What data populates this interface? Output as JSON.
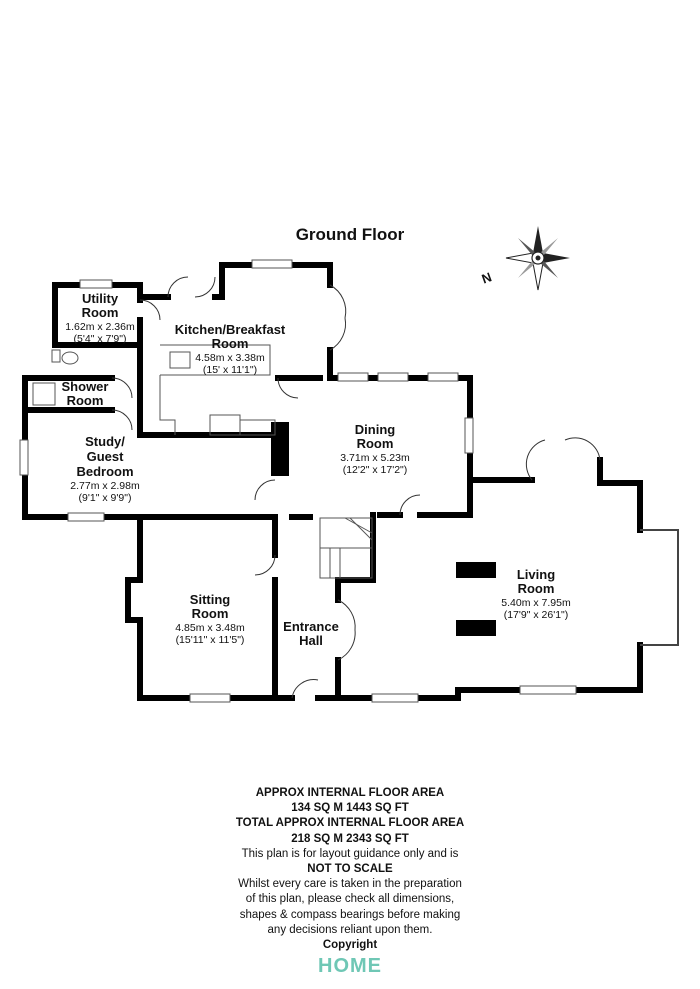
{
  "title": "Ground Floor",
  "compass": {
    "north_label": "N"
  },
  "rooms": {
    "utility": {
      "name_1": "Utility",
      "name_2": "Room",
      "metric": "1.62m x 2.36m",
      "imperial": "(5'4\" x 7'9\")"
    },
    "kitchen": {
      "name_1": "Kitchen/Breakfast",
      "name_2": "Room",
      "metric": "4.58m x 3.38m",
      "imperial": "(15' x 11'1\")"
    },
    "shower": {
      "name_1": "Shower",
      "name_2": "Room"
    },
    "study": {
      "name_1": "Study/",
      "name_2": "Guest",
      "name_3": "Bedroom",
      "metric": "2.77m x 2.98m",
      "imperial": "(9'1\" x 9'9\")"
    },
    "dining": {
      "name_1": "Dining",
      "name_2": "Room",
      "metric": "3.71m x 5.23m",
      "imperial": "(12'2\" x 17'2\")"
    },
    "living": {
      "name_1": "Living",
      "name_2": "Room",
      "metric": "5.40m x 7.95m",
      "imperial": "(17'9\" x 26'1\")"
    },
    "sitting": {
      "name_1": "Sitting",
      "name_2": "Room",
      "metric": "4.85m x 3.48m",
      "imperial": "(15'11\" x 11'5\")"
    },
    "entrance": {
      "name_1": "Entrance",
      "name_2": "Hall"
    }
  },
  "notes": {
    "line_1": "APPROX INTERNAL FLOOR AREA",
    "line_2": "134 SQ M 1443 SQ FT",
    "line_3": "TOTAL APPROX INTERNAL FLOOR AREA",
    "line_4": "218 SQ M 2343 SQ FT",
    "line_5": "This plan is for layout guidance only and is",
    "line_6": "NOT TO SCALE",
    "line_7": "Whilst every care is taken in the preparation",
    "line_8": "of this plan, please check all dimensions,",
    "line_9": "shapes & compass bearings before making",
    "line_10": "any decisions reliant upon them.",
    "line_11": "Copyright"
  },
  "logo": "HOME",
  "colors": {
    "wall": "#000000",
    "logo": "#6fc7b5"
  }
}
